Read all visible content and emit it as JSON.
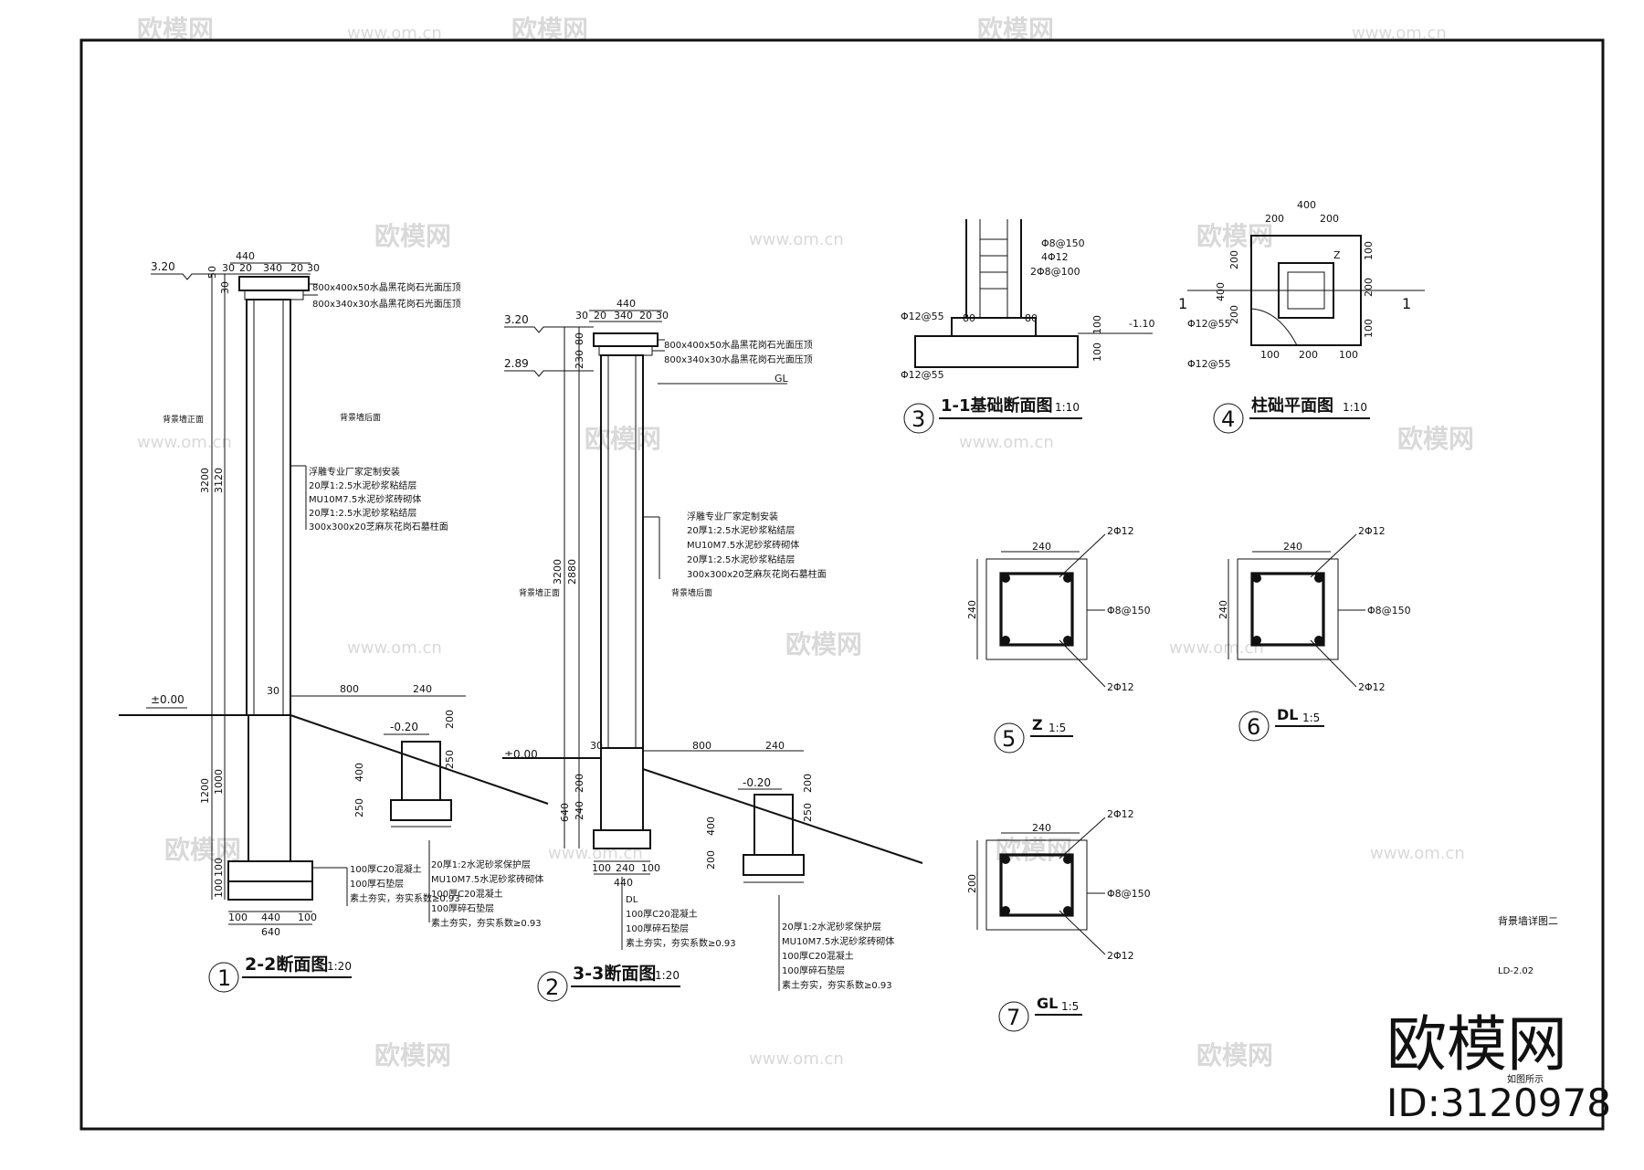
{
  "watermarks": {
    "brand": "欧模网",
    "url": "www.om.cn",
    "big_brand": "欧模网",
    "id": "ID:3120978"
  },
  "section1": {
    "title": "2-2断面图",
    "scale": "1:20",
    "num": "1",
    "elev_top": "3.20",
    "elev_zero": "±0.00",
    "elev_low": "-0.20",
    "cap1": "800x400x50水晶黑花岗石光面压顶",
    "cap2": "800x340x30水晶黑花岗石光面压顶",
    "face_front": "背景墙正面",
    "face_back": "背景墙后面",
    "notes": [
      "浮雕专业厂家定制安装",
      "20厚1:2.5水泥砂浆粘结层",
      "MU10M7.5水泥砂浆砖砌体",
      "20厚1:2.5水泥砂浆粘结层",
      "300x300x20芝麻灰花岗石墓柱面"
    ],
    "found_notes": [
      "100厚C20混凝土",
      "100厚石垫层",
      "素土夯实，夯实系数≥0.93"
    ],
    "curb_notes": [
      "20厚1:2水泥砂浆保护层",
      "MU10M7.5水泥砂浆砖砌体",
      "100厚C20混凝土",
      "100厚碎石垫层",
      "素土夯实，夯实系数≥0.93"
    ],
    "dims_top": [
      "440",
      "30",
      "20",
      "340",
      "20",
      "30"
    ],
    "dims_side": [
      "50",
      "30",
      "3200",
      "3120",
      "1000",
      "1200",
      "100",
      "100"
    ],
    "dims_bottom": [
      "100",
      "440",
      "100",
      "640"
    ],
    "dims_slope": [
      "30",
      "800",
      "240",
      "200",
      "250",
      "400",
      "250"
    ]
  },
  "section2": {
    "title": "3-3断面图",
    "scale": "1:20",
    "num": "2",
    "elev_top": "3.20",
    "elev_mid": "2.89",
    "elev_zero": "±0.00",
    "elev_low": "-0.20",
    "gl": "GL",
    "dl": "DL",
    "cap1": "800x400x50水晶黑花岗石光面压顶",
    "cap2": "800x340x30水晶黑花岗石光面压顶",
    "face_front": "背景墙正面",
    "face_back": "背景墙后面",
    "notes": [
      "浮雕专业厂家定制安装",
      "20厚1:2.5水泥砂浆粘结层",
      "MU10M7.5水泥砂浆砖砌体",
      "20厚1:2.5水泥砂浆粘结层",
      "300x300x20芝麻灰花岗石墓柱面"
    ],
    "found_notes": [
      "DL",
      "100厚C20混凝土",
      "100厚碎石垫层",
      "素土夯实，夯实系数≥0.93"
    ],
    "curb_notes": [
      "20厚1:2水泥砂浆保护层",
      "MU10M7.5水泥砂浆砖砌体",
      "100厚C20混凝土",
      "100厚碎石垫层",
      "素土夯实，夯实系数≥0.93"
    ],
    "dims_top": [
      "440",
      "30",
      "20",
      "340",
      "20",
      "30"
    ],
    "dims_side": [
      "80",
      "230",
      "3200",
      "2880",
      "200",
      "240",
      "640"
    ],
    "dims_bottom": [
      "100",
      "240",
      "100",
      "440"
    ],
    "dims_slope": [
      "30",
      "800",
      "240",
      "200",
      "250",
      "400",
      "200"
    ]
  },
  "detail3": {
    "title": "1-1基础断面图",
    "scale": "1:10",
    "num": "3",
    "labels": [
      "Φ8@150",
      "4Φ12",
      "2Φ8@100",
      "Φ12@55",
      "Φ12@55",
      "80",
      "80",
      "100",
      "100",
      "-1.10"
    ]
  },
  "detail4": {
    "title": "柱础平面图",
    "scale": "1:10",
    "num": "4",
    "labels": [
      "400",
      "200",
      "200",
      "200",
      "200",
      "400",
      "200",
      "100",
      "100",
      "100",
      "200",
      "100",
      "Z",
      "1",
      "1",
      "Φ12@55",
      "Φ12@55"
    ]
  },
  "detail5": {
    "title": "Z",
    "scale": "1:5",
    "num": "5",
    "dim_w": "240",
    "dim_h": "240",
    "top_bar": "2Φ12",
    "stirrup": "Φ8@150",
    "bottom_bar": "2Φ12"
  },
  "detail6": {
    "title": "DL",
    "scale": "1:5",
    "num": "6",
    "dim_w": "240",
    "dim_h": "240",
    "top_bar": "2Φ12",
    "stirrup": "Φ8@150",
    "bottom_bar": "2Φ12"
  },
  "detail7": {
    "title": "GL",
    "scale": "1:5",
    "num": "7",
    "dim_w": "240",
    "dim_h": "200",
    "top_bar": "2Φ12",
    "stirrup": "Φ8@150",
    "bottom_bar": "2Φ12"
  },
  "titleblock": {
    "sheet_name": "背景墙详图二",
    "sheet_no": "LD-2.02",
    "note": "如图所示"
  }
}
